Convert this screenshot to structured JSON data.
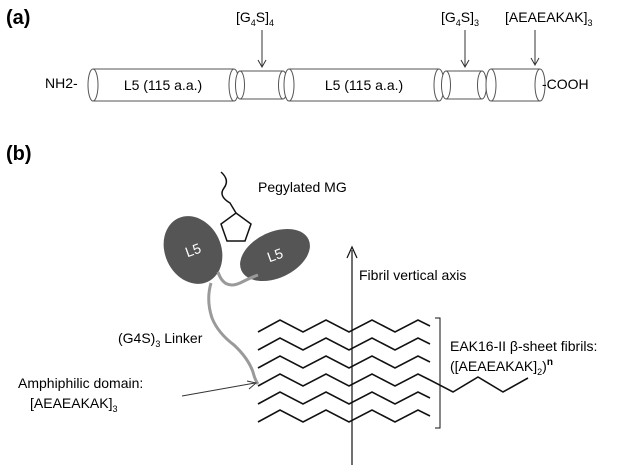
{
  "panel_a": {
    "label": "(a)",
    "n_terminus": "NH2-",
    "c_terminus": "-COOH",
    "segments": [
      {
        "label": "L5 (115 a.a.)"
      },
      {
        "label": ""
      },
      {
        "label": "L5 (115 a.a.)"
      },
      {
        "label": ""
      },
      {
        "label": ""
      }
    ],
    "linkers": [
      {
        "base": "[G",
        "sub1": "4",
        "mid": "S]",
        "sub2": "4"
      },
      {
        "base": "[G",
        "sub1": "4",
        "mid": "S]",
        "sub2": "3"
      },
      {
        "base": "[AEAEAKAK]",
        "sub1": "",
        "mid": "",
        "sub2": "3"
      }
    ]
  },
  "panel_b": {
    "label": "(b)",
    "pegylated": "Pegylated MG",
    "domain_left": "L5",
    "domain_right": "L5",
    "linker_label": "(G4S)",
    "linker_sub": "3",
    "linker_suffix": " Linker",
    "amphiphilic_line1": "Amphiphilic domain:",
    "amphiphilic_line2": "[AEAEAKAK]",
    "amphiphilic_sub": "3",
    "axis_label": "Fibril vertical axis",
    "fibrils_line1": "EAK16-II β-sheet fibrils:",
    "fibrils_line2": "([AEAEAKAK]",
    "fibrils_sub": "2",
    "fibrils_close": ")",
    "fibrils_sup": "n"
  },
  "colors": {
    "domain_fill": "#555555",
    "linker_wire": "#9a9a9a"
  }
}
